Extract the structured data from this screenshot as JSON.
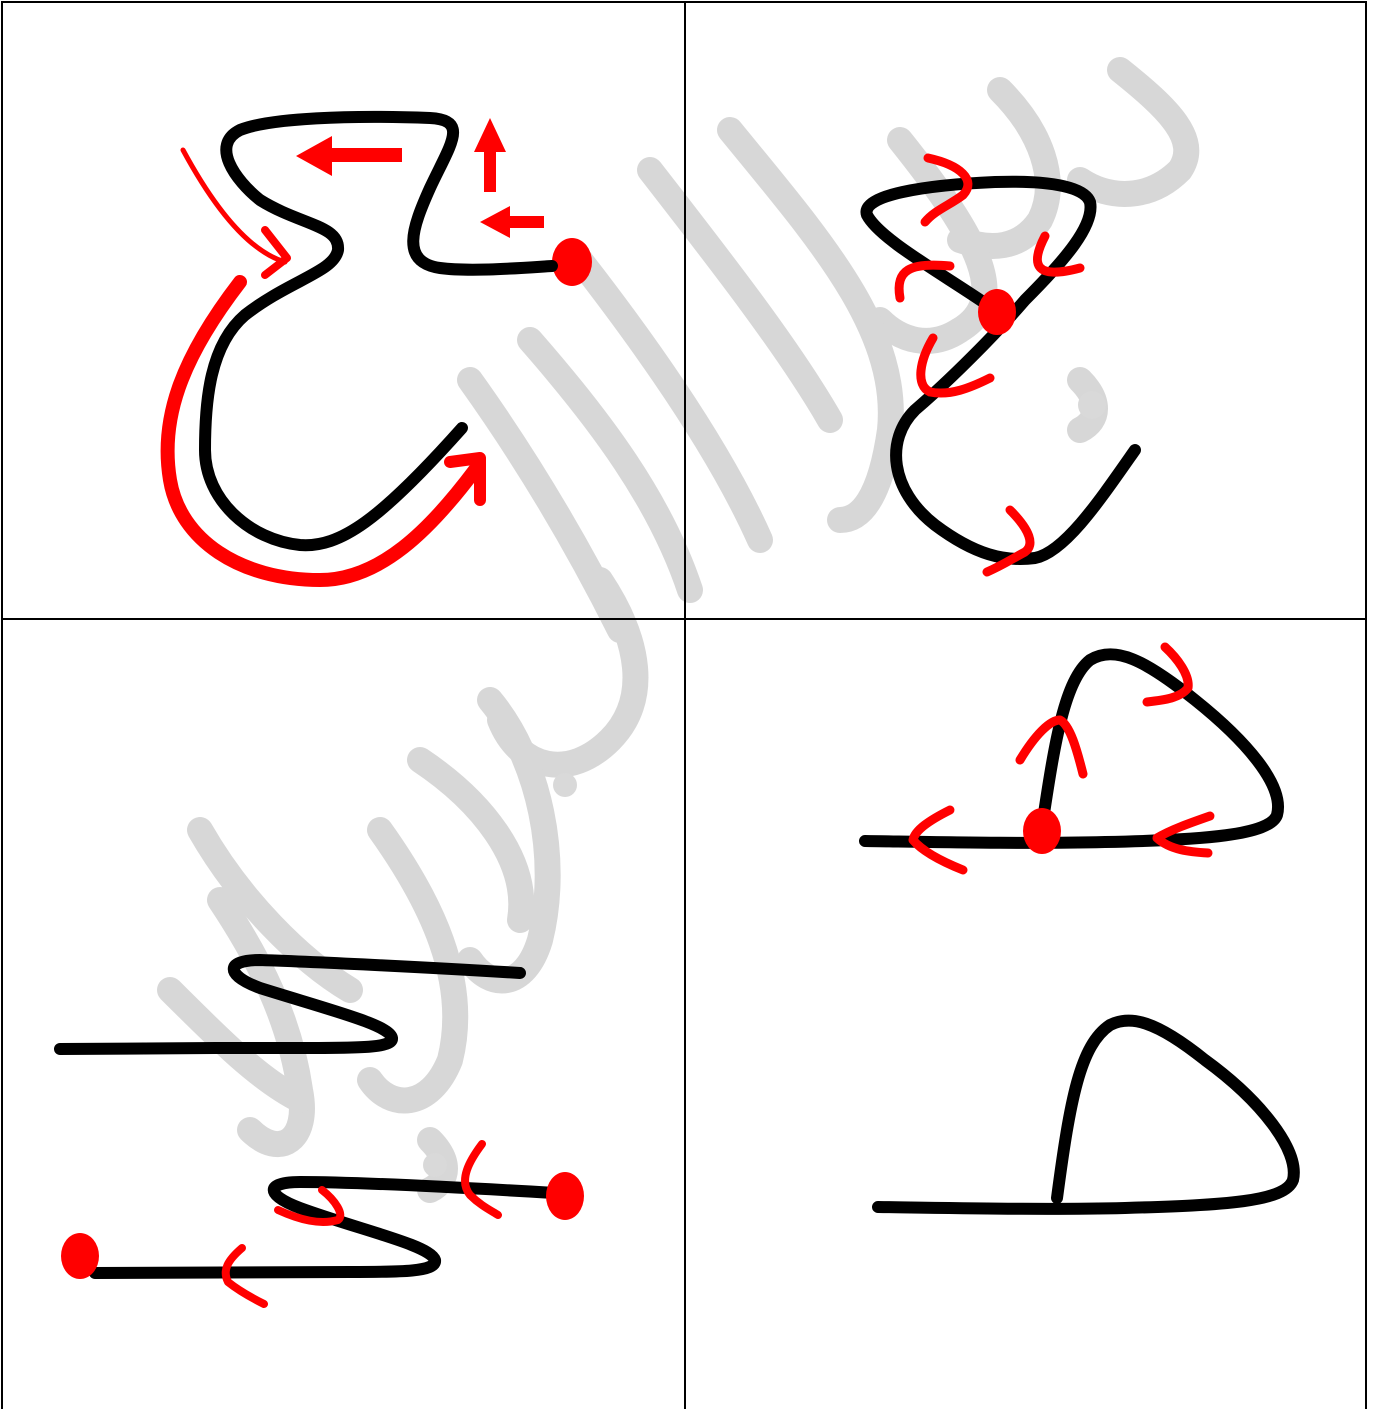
{
  "document": {
    "type": "letter-tracing-worksheet",
    "grid": {
      "rows": 2,
      "columns": 2
    },
    "colors": {
      "stroke": "#000000",
      "direction_arrows": "#ff0000",
      "start_dots": "#ff0000",
      "watermark": "#cfcfcf",
      "grid_lines": "#000000",
      "background": "#ffffff"
    },
    "cells": [
      {
        "id": "top-left",
        "content": "letter-ain-initial-form-with-arrows",
        "icon": "letter-trace-icon"
      },
      {
        "id": "top-right",
        "content": "letter-ain-medial-form-with-arrows",
        "icon": "letter-trace-icon"
      },
      {
        "id": "bottom-left",
        "content": "zigzag-strokes-practice",
        "icon": "letter-trace-icon"
      },
      {
        "id": "bottom-right",
        "content": "letter-ta-shapes",
        "icon": "letter-trace-icon"
      }
    ],
    "watermark": {
      "style": "arabic-calligraphy",
      "icon": "calligraphy-watermark-icon"
    }
  }
}
